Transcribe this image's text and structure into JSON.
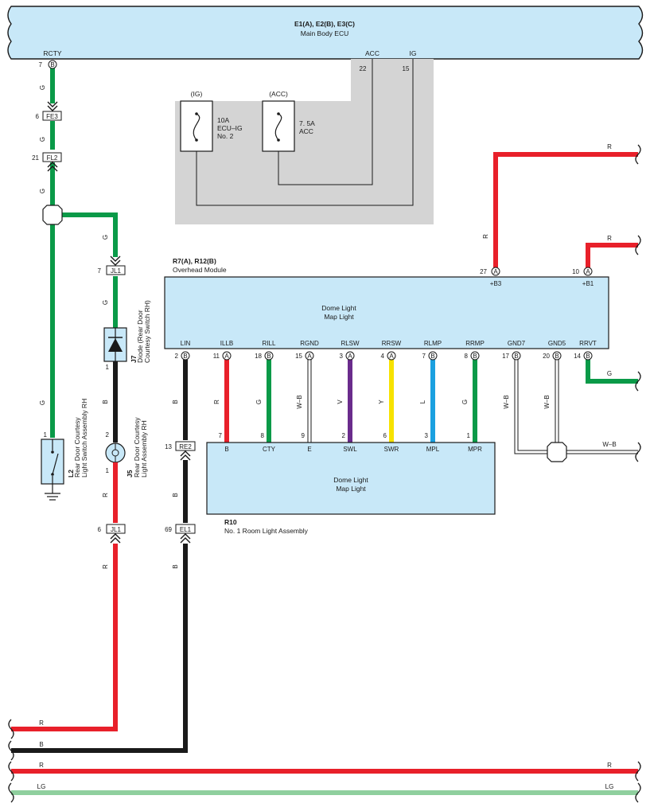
{
  "ecu": {
    "title": "E1(A), E2(B), E3(C)",
    "subtitle": "Main Body ECU",
    "pins": {
      "rcty": {
        "name": "RCTY",
        "num": "7",
        "conn": "B"
      },
      "acc": {
        "name": "ACC",
        "num": "22"
      },
      "ig": {
        "name": "IG",
        "num": "15"
      }
    }
  },
  "fuses": {
    "ig": {
      "tag": "(IG)",
      "rating": "10A",
      "name1": "ECU–IG",
      "name2": "No. 2"
    },
    "acc": {
      "tag": "(ACC)",
      "rating": "7. 5A",
      "name1": "ACC"
    }
  },
  "left_connectors": {
    "fe3": {
      "num": "6",
      "name": "FE3"
    },
    "fl2": {
      "num": "21",
      "name": "FL2"
    },
    "jl1_top": {
      "num": "7",
      "name": "JL1"
    },
    "jl1_bottom": {
      "num": "6",
      "name": "JL1"
    },
    "re2": {
      "num": "13",
      "name": "RE2"
    },
    "el1": {
      "num": "69",
      "name": "EL1"
    }
  },
  "components": {
    "l2": {
      "id": "L2",
      "line1": "Rear Door Courtesy",
      "line2": "Light Switch Assembly RH",
      "pin_top": "1"
    },
    "j7": {
      "id": "J7",
      "line1": "Diode (Rear Door",
      "line2": "Courtesy Switch RH)",
      "pin_bottom": "1"
    },
    "j5": {
      "id": "J5",
      "line1": "Rear Door Courtesy",
      "line2": "Light Assembly RH",
      "pin_top": "2",
      "pin_bottom": "1"
    }
  },
  "overhead": {
    "title": "R7(A), R12(B)",
    "subtitle": "Overhead Module",
    "body1": "Dome Light",
    "body2": "Map Light",
    "top_pins": [
      {
        "num": "27",
        "conn": "A",
        "name": "+B3"
      },
      {
        "num": "10",
        "conn": "A",
        "name": "+B1"
      }
    ],
    "bottom_pins": [
      {
        "name": "LIN",
        "num": "2",
        "conn": "B"
      },
      {
        "name": "ILLB",
        "num": "11",
        "conn": "A"
      },
      {
        "name": "RILL",
        "num": "18",
        "conn": "B"
      },
      {
        "name": "RGND",
        "num": "15",
        "conn": "A"
      },
      {
        "name": "RLSW",
        "num": "3",
        "conn": "A"
      },
      {
        "name": "RRSW",
        "num": "4",
        "conn": "A"
      },
      {
        "name": "RLMP",
        "num": "7",
        "conn": "B"
      },
      {
        "name": "RRMP",
        "num": "8",
        "conn": "B"
      },
      {
        "name": "GND7",
        "num": "17",
        "conn": "B"
      },
      {
        "name": "GND5",
        "num": "20",
        "conn": "B"
      },
      {
        "name": "RRVT",
        "num": "14",
        "conn": "B"
      }
    ]
  },
  "room_light": {
    "id": "R10",
    "name": "No. 1 Room Light Assembly",
    "body1": "Dome Light",
    "body2": "Map Light",
    "pins": [
      {
        "num": "7",
        "name": "B"
      },
      {
        "num": "8",
        "name": "CTY"
      },
      {
        "num": "9",
        "name": "E"
      },
      {
        "num": "2",
        "name": "SWL"
      },
      {
        "num": "6",
        "name": "SWR"
      },
      {
        "num": "3",
        "name": "MPL"
      },
      {
        "num": "1",
        "name": "MPR"
      }
    ]
  },
  "wire_colors": {
    "g": "G",
    "b": "B",
    "r": "R",
    "wb": "W–B",
    "v": "V",
    "y": "Y",
    "l": "L",
    "lg": "LG"
  },
  "colors": {
    "green": "#0a9a48",
    "red": "#e8202a",
    "black": "#1a1a1a",
    "purple": "#6a2b8c",
    "yellow": "#f7e200",
    "blue": "#1ba0e0",
    "light_green": "#8fcf9e",
    "box_fill": "#c8e8f8",
    "gray_panel": "#d4d4d4"
  }
}
